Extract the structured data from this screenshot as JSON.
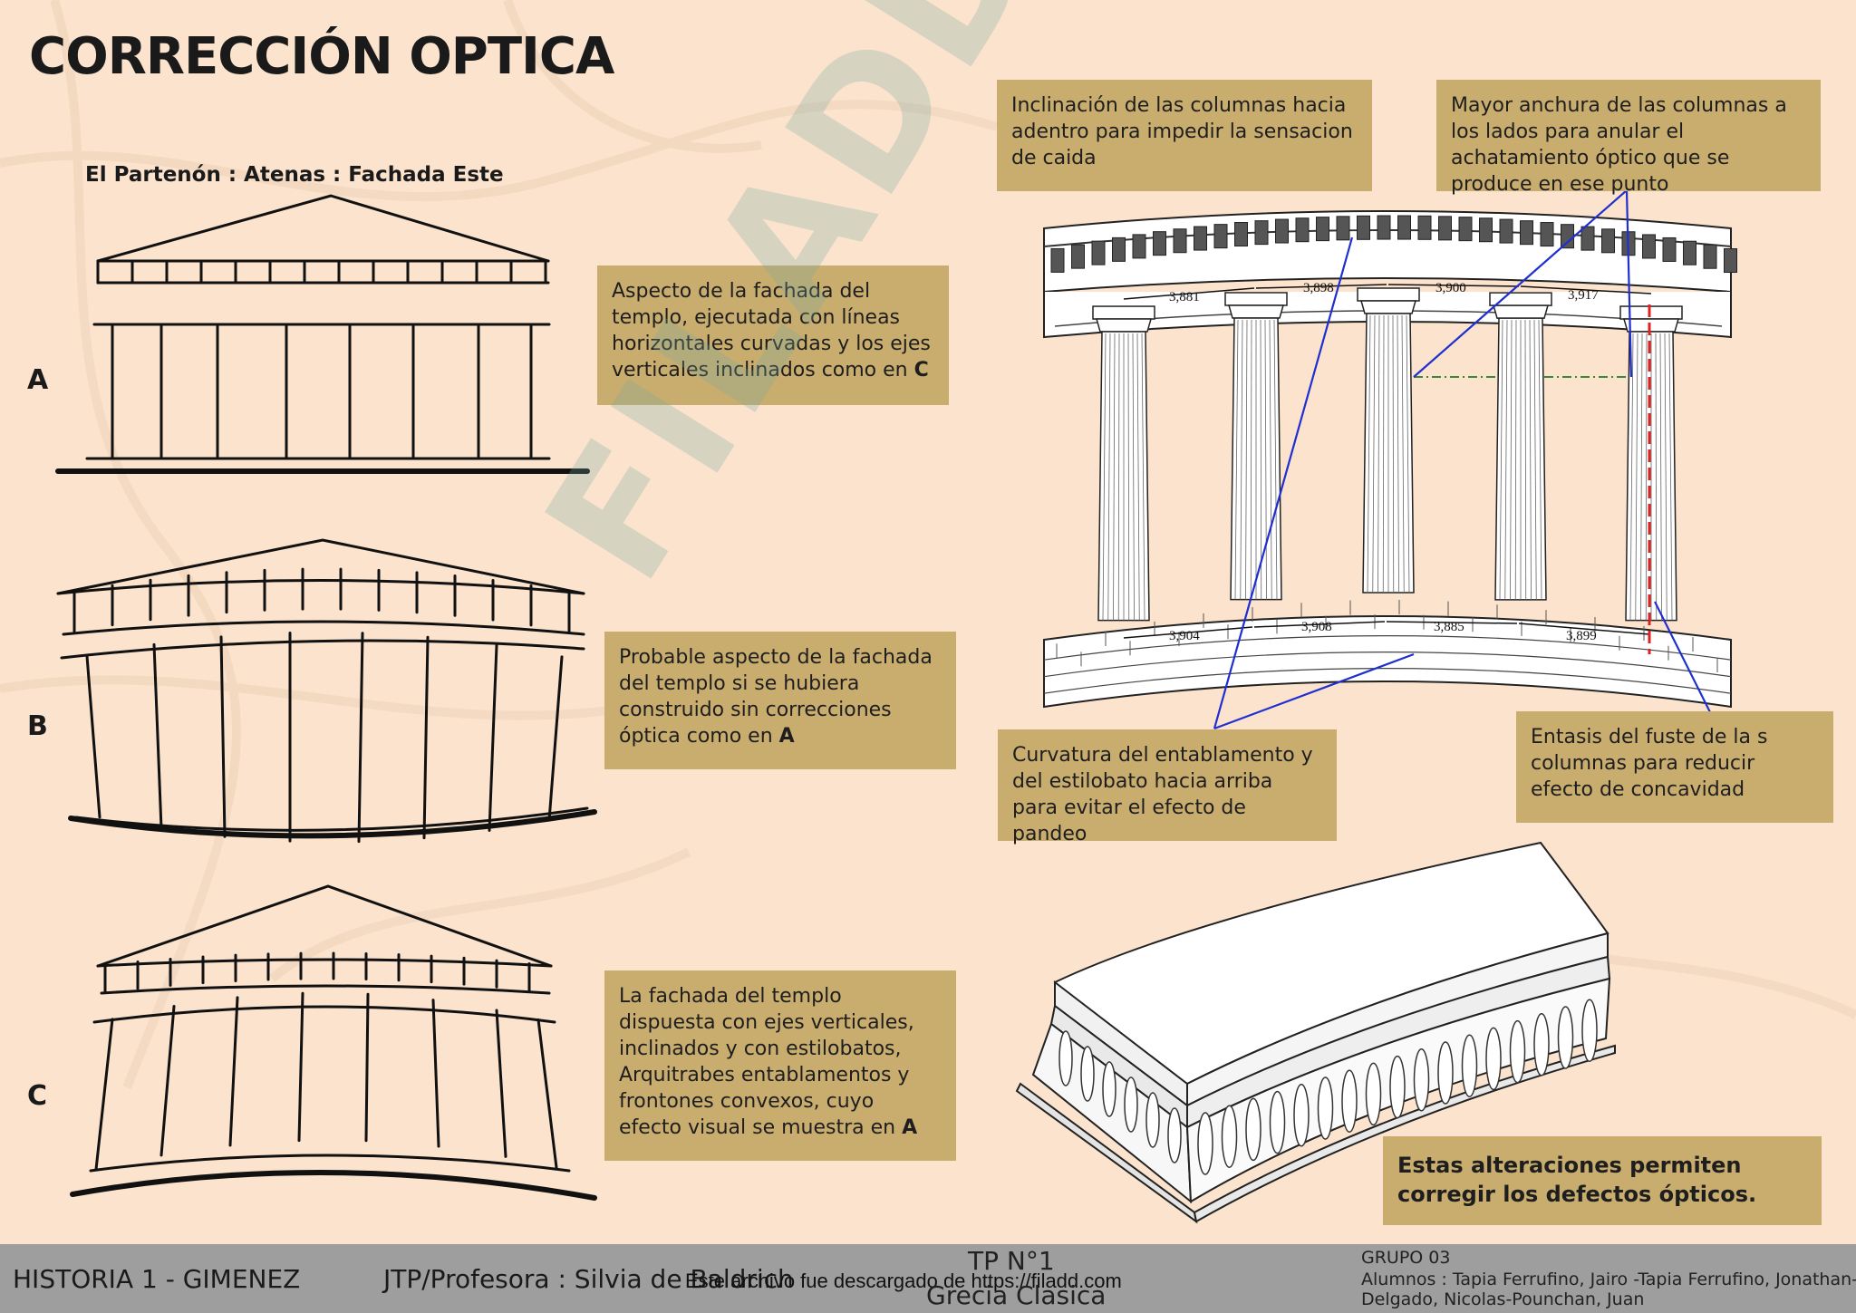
{
  "header": {
    "title": "CORRECCIÓN OPTICA",
    "subtitle": "El Partenón : Atenas : Fachada Este"
  },
  "figures": [
    {
      "letter": "A",
      "text_parts": [
        "Aspecto de la fachada del templo, ejecutada con líneas horizontales curvadas y los ejes verticales inclinados como en ",
        "C"
      ]
    },
    {
      "letter": "B",
      "text_parts": [
        "Probable aspecto de la fachada del templo si se hubiera construido sin correcciones óptica como en ",
        "A"
      ]
    },
    {
      "letter": "C",
      "text_parts": [
        "La fachada del templo dispuesta con ejes verticales, inclinados y con estilobatos, Arquitrabes entablamentos y frontones convexos, cuyo efecto visual se muestra en ",
        "A"
      ]
    }
  ],
  "annotations": {
    "inclination": "Inclinación de las columnas hacia adentro para impedir la sensacion de caida",
    "width": "Mayor anchura de las columnas a los lados para anular el achatamiento óptico que se produce en ese punto",
    "curvature": "Curvatura del entablamento y del estilobato hacia arriba para evitar el efecto de pandeo",
    "entasis": "Entasis del fuste de la s columnas para reducir efecto de concavidad",
    "conclusion": "Estas alteraciones permiten corregir los defectos ópticos."
  },
  "measurements": {
    "top": [
      "3,881",
      "3,898",
      "3,900",
      "3,917"
    ],
    "bottom": [
      "3,904",
      "3,908",
      "3,885",
      "3,899"
    ]
  },
  "watermark": "FILADD.COM",
  "footer": {
    "course": "HISTORIA 1 - GIMENEZ",
    "professor": "JTP/Profesora : Silvia de Baldrich",
    "download_notice": "Este archivo fue descargado de https://filadd.com",
    "tp": "TP N°1",
    "topic": "Grecia Clasica",
    "group": "GRUPO 03",
    "students_line1": "Alumnos : Tapia Ferrufino, Jairo -Tapia Ferrufino, Jonathan-",
    "students_line2": "Delgado, Nicolas-Pounchan, Juan"
  },
  "colors": {
    "background": "#fbe3cd",
    "box": "#c9ad6e",
    "footer": "#9e9e9e",
    "leader_lines": "#1f2fd0"
  }
}
